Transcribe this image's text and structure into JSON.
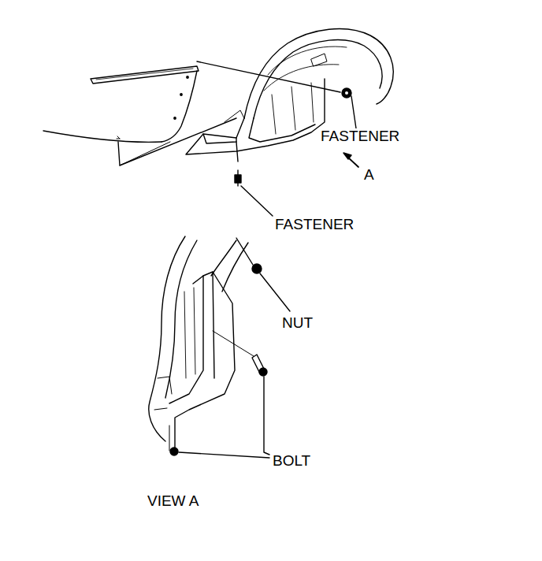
{
  "diagram": {
    "labels": [
      "FASTENER",
      "A",
      "FASTENER",
      "NUT",
      "BOLT",
      "VIEW A"
    ]
  }
}
